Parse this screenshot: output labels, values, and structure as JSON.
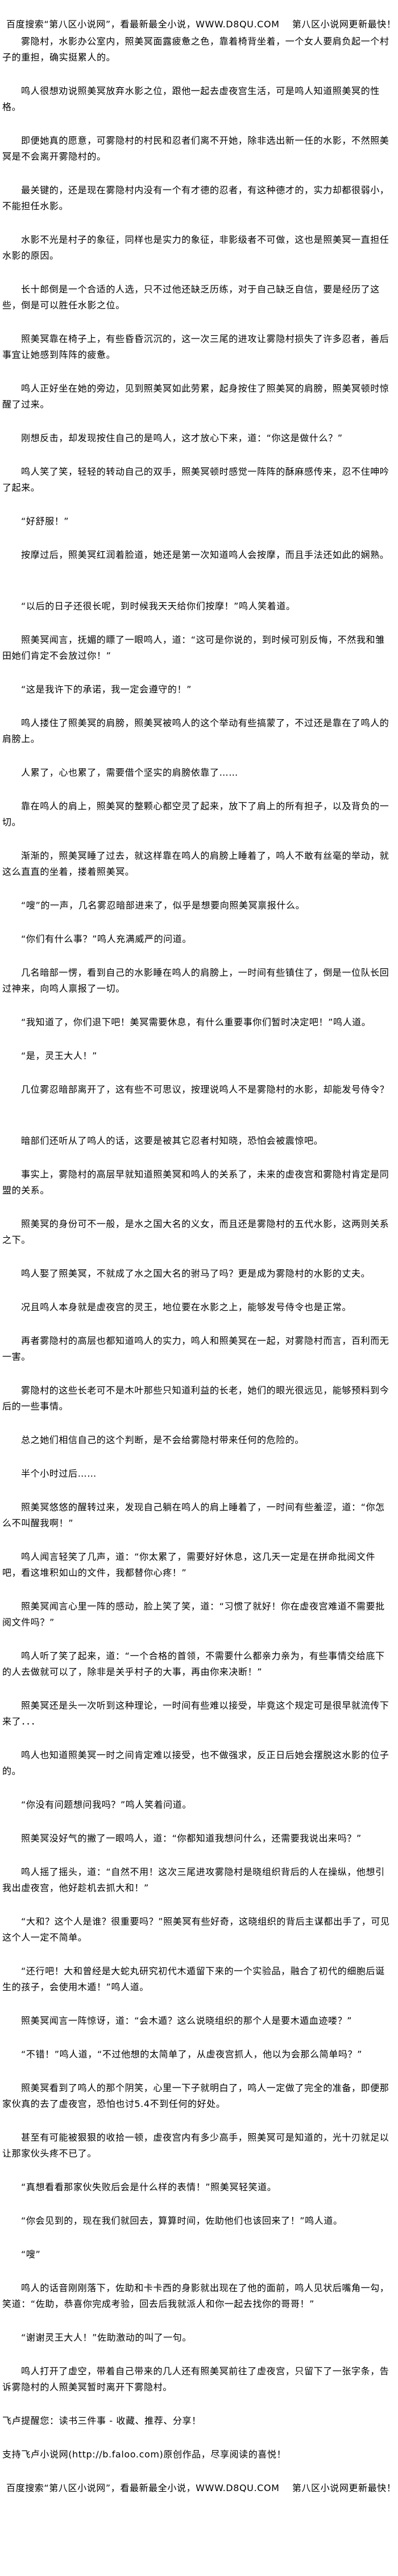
{
  "banner": "百度搜索“第八区小说网”，看最新最全小说，WWW.D8QU.COM　 第八区小说网更新最快！",
  "paragraphs": [
    "雾隐村，水影办公室内，照美冥面露疲惫之色，靠着椅背坐着，一个女人要肩负起一个村子的重担，确实挺累人的。",
    "鸣人很想劝说照美冥放弃水影之位，跟他一起去虚夜宫生活，可是鸣人知道照美冥的性格。",
    "即便她真的愿意，可雾隐村的村民和忍者们离不开她，除非选出新一任的水影，不然照美冥是不会离开雾隐村的。",
    "最关键的，还是现在雾隐村内没有一个有才德的忍者，有这种德才的，实力却都很弱小，不能担任水影。",
    "水影不光是村子的象征，同样也是实力的象征，非影级者不可做，这也是照美冥一直担任水影的原因。",
    "长十郎倒是一个合适的人选，只不过他还缺乏历练，对于自己缺乏自信，要是经历了这些，倒是可以胜任水影之位。",
    "照美冥靠在椅子上，有些昏昏沉沉的，这一次三尾的进攻让雾隐村损失了许多忍者，善后事宜让她感到阵阵的疲惫。",
    "鸣人正好坐在她的旁边，见到照美冥如此劳累，起身按住了照美冥的肩膀，照美冥顿时惊醒了过来。",
    "刚想反击，却发现按住自己的是鸣人，这才放心下来，道：“你这是做什么？”",
    "鸣人笑了笑，轻轻的转动自己的双手，照美冥顿时感觉一阵阵的酥麻感传来，忍不住呻吟了起来。",
    "“好舒服！”",
    "按摩过后，照美冥红润着脸道，她还是第一次知道鸣人会按摩，而且手法还如此的娴熟。",
    "“以后的日子还很长呢，到时候我天天给你们按摩！”鸣人笑着道。",
    "照美冥闻言，抚媚的瞟了一眼鸣人，道：“这可是你说的，到时候可别反悔，不然我和雏田她们肯定不会放过你！”",
    "“这是我许下的承诺，我一定会遵守的！”",
    "鸣人搂住了照美冥的肩膀，照美冥被鸣人的这个举动有些搞蒙了，不过还是靠在了鸣人的肩膀上。",
    "人累了，心也累了，需要借个坚实的肩膀依靠了……",
    "靠在鸣人的肩上，照美冥的整颗心都空灵了起来，放下了肩上的所有担子，以及背负的一切。",
    "渐渐的，照美冥睡了过去，就这样靠在鸣人的肩膀上睡着了，鸣人不敢有丝毫的举动，就这么直直的坐着，搂着照美冥。",
    "“嗖”的一声，几名雾忍暗部进来了，似乎是想要向照美冥禀报什么。",
    "“你们有什么事？”鸣人充满威严的问道。",
    "几名暗部一愣，看到自己的水影睡在鸣人的肩膀上，一时间有些镇住了，倒是一位队长回过神来，向鸣人禀报了一切。",
    "“我知道了，你们退下吧！美冥需要休息，有什么重要事你们暂时决定吧！”鸣人道。",
    "“是，灵王大人！”",
    "几位雾忍暗部离开了，这有些不可思议，按理说鸣人不是雾隐村的水影，却能发号侍令？",
    "暗部们还听从了鸣人的话，这要是被其它忍者村知晓，恐怕会被震惊吧。",
    "事实上，雾隐村的高层早就知道照美冥和鸣人的关系了，未来的虚夜宫和雾隐村肯定是同盟的关系。",
    "照美冥的身份可不一般，是水之国大名的义女，而且还是雾隐村的五代水影，这两则关系之下。",
    "鸣人娶了照美冥，不就成了水之国大名的驸马了吗？更是成为雾隐村的水影的丈夫。",
    "况且鸣人本身就是虚夜宫的灵王，地位要在水影之上，能够发号侍令也是正常。",
    "再者雾隐村的高层也都知道鸣人的实力，鸣人和照美冥在一起，对雾隐村而言，百利而无一害。",
    "雾隐村的这些长老可不是木叶那些只知道利益的长老，她们的眼光很远见，能够预料到今后的一些事情。",
    "总之她们相信自己的这个判断，是不会给雾隐村带来任何的危险的。",
    "半个小时过后……",
    "照美冥悠悠的醒转过来，发现自己躺在鸣人的肩上睡着了，一时间有些羞涩，道：“你怎么不叫醒我啊！”",
    "鸣人闻言轻笑了几声，道：“你太累了，需要好好休息，这几天一定是在拼命批阅文件吧，看这堆积如山的文件，我都替你心疼！”",
    "照美冥闻言心里一阵的感动，脸上笑了笑，道：“习惯了就好！你在虚夜宫难道不需要批阅文件吗？”",
    "鸣人听了笑了起来，道：“一个合格的首领，不需要什么都亲力亲为，有些事情交给底下的人去做就可以了，除非是关乎村子的大事，再由你来决断！”",
    "照美冥还是头一次听到这种理论，一时间有些难以接受，毕竟这个规定可是很早就流传下来了．．．",
    "鸣人也知道照美冥一时之间肯定难以接受，也不做强求，反正日后她会摆脱这水影的位子的。",
    "“你没有问题想问我吗？”鸣人笑着问道。",
    "照美冥没好气的撇了一眼鸣人，道：“你都知道我想问什么，还需要我说出来吗？”",
    "鸣人摇了摇头，道：“自然不用！这次三尾进攻雾隐村是晓组织背后的人在操纵，他想引我出虚夜宫，他好趁机去抓大和！”",
    "“大和？这个人是谁？很重要吗？”照美冥有些好奇，这晓组织的背后主谋都出手了，可见这个人一定不简单。",
    "“还行吧！大和曾经是大蛇丸研究初代木遁留下来的一个实验品，融合了初代的细胞后诞生的孩子，会使用木遁！”鸣人道。",
    "照美冥闻言一阵惊讶，道：“会木遁？这么说晓组织的那个人是要木遁血迹喽？”",
    "“不错！”鸣人道，“不过他想的太简单了，从虚夜宫抓人，他以为会那么简单吗？”",
    "照美冥看到了鸣人的那个阴笑，心里一下子就明白了，鸣人一定做了完全的准备，即便那家伙真的去了虚夜宫，恐怕也讨5.4不到任何的好处。",
    "甚至有可能被狠狠的收拾一顿，虚夜宫内有多少高手，照美冥可是知道的，光十刃就足以让那家伙头疼不已了。",
    "“真想看看那家伙失败后会是什么样的表情！”照美冥轻笑道。",
    "“你会见到的，现在我们就回去，算算时间，佐助他们也该回来了！”鸣人道。",
    "“嗖”",
    "鸣人的话音刚刚落下，佐助和卡卡西的身影就出现在了他的面前，鸣人见状后嘴角一勾，笑道：“佐助，恭喜你完成考验，回去后我就派人和你一起去找你的哥哥！”",
    "“谢谢灵王大人！”佐助激动的叫了一句。",
    "鸣人打开了虚空，带着自己带来的几人还有照美冥前往了虚夜宫，只留下了一张字条，告诉雾隐村的人照美冥暂时离开下雾隐村。"
  ],
  "footer": {
    "reminder": "飞卢提醒您：读书三件事 - 收藏、推荐、分享！",
    "support": "支持飞卢小说网(http://b.faloo.com)原创作品，尽享阅读的喜悦！",
    "banner": "百度搜索“第八区小说网”，看最新最全小说，WWW.D8QU.COM　 第八区小说网更新最快！"
  }
}
